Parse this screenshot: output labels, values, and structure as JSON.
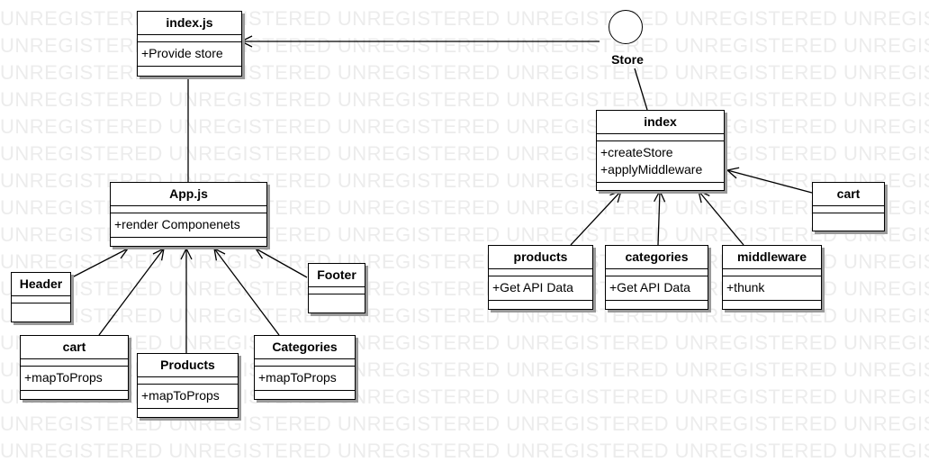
{
  "watermark": {
    "text": "UNREGISTERED"
  },
  "store_actor": {
    "label": "Store"
  },
  "classes": {
    "index_js": {
      "name": "index.js",
      "ops": [
        "+Provide store"
      ]
    },
    "app_js": {
      "name": "App.js",
      "ops": [
        "+render Componenets"
      ]
    },
    "header": {
      "name": "Header",
      "ops": []
    },
    "footer": {
      "name": "Footer",
      "ops": []
    },
    "cart_left": {
      "name": "cart",
      "ops": [
        "+mapToProps"
      ]
    },
    "products_left": {
      "name": "Products",
      "ops": [
        "+mapToProps"
      ]
    },
    "categories_left": {
      "name": "Categories",
      "ops": [
        "+mapToProps"
      ]
    },
    "store_index": {
      "name": "index",
      "ops": [
        "+createStore",
        "+applyMiddleware"
      ]
    },
    "cart_right": {
      "name": "cart",
      "ops": []
    },
    "products_right": {
      "name": "products",
      "ops": [
        "+Get API Data"
      ]
    },
    "categories_right": {
      "name": "categories",
      "ops": [
        "+Get API Data"
      ]
    },
    "middleware": {
      "name": "middleware",
      "ops": [
        "+thunk"
      ]
    }
  }
}
